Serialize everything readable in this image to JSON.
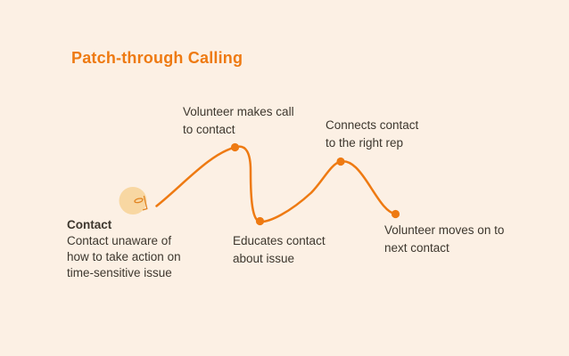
{
  "colors": {
    "background": "#FCF0E4",
    "accent": "#EE7A12",
    "face_fill": "#F8D7A2",
    "face_stroke": "#E18421",
    "text": "#3D372E"
  },
  "title": {
    "text": "Patch-through Calling"
  },
  "steps": [
    {
      "id": "contact",
      "heading": "Contact",
      "lines": [
        "Contact unaware of",
        "how to take action on",
        "time-sensitive issue"
      ]
    },
    {
      "id": "volunteer-makes-call",
      "lines": [
        "Volunteer makes call",
        "to contact"
      ]
    },
    {
      "id": "educates-contact",
      "lines": [
        "Educates contact",
        "about issue"
      ]
    },
    {
      "id": "connects-contact",
      "lines": [
        "Connects contact",
        "to the right rep"
      ]
    },
    {
      "id": "volunteer-moves-on",
      "lines": [
        "Volunteer moves on to",
        "next contact"
      ]
    }
  ],
  "curve": {
    "dot_radius": 4.6,
    "dots": [
      {
        "x": 263.5,
        "y": 165.5,
        "step": "volunteer-makes-call"
      },
      {
        "x": 291.5,
        "y": 248.5,
        "step": "educates-contact"
      },
      {
        "x": 382.0,
        "y": 181.5,
        "step": "connects-contact"
      },
      {
        "x": 443.5,
        "y": 240.5,
        "step": "volunteer-moves-on"
      }
    ]
  }
}
